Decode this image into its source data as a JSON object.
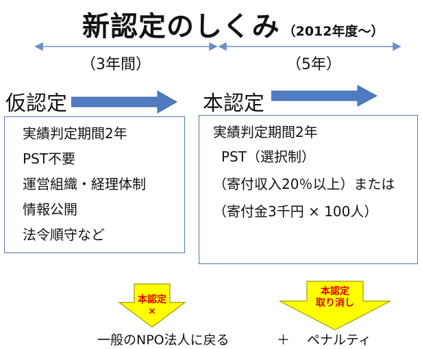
{
  "title": {
    "main": "新認定のしくみ",
    "sub": "（2012年度～）"
  },
  "periods": {
    "provisional": "（3年間）",
    "full": "（5年）"
  },
  "provisional": {
    "label": "仮認定",
    "lines": [
      "実績判定期間2年",
      "PST不要",
      "運営組織・経理体制",
      "情報公開",
      "法令順守など"
    ]
  },
  "full": {
    "label": "本認定",
    "lines": [
      "実績判定期間2年",
      "PST（選択制）",
      "（寄付収入20％以上）または",
      "（寄付金3千円 × 100人）"
    ]
  },
  "outcomes": {
    "left_arrow_line1": "本認定",
    "left_arrow_line2": "×",
    "left_result": "一般のNPO法人に戻る",
    "plus": "＋",
    "right_arrow_line1": "本認定",
    "right_arrow_line2": "取り消し",
    "right_result": "ペナルティ"
  },
  "colors": {
    "timeline": "#6f8fc0",
    "arrow_blue": "#4f7bc0",
    "box_border": "#4f76a8",
    "down_arrow_fill": "#ffff00",
    "down_arrow_border": "#9a9a00",
    "alert_text": "#e00000"
  }
}
